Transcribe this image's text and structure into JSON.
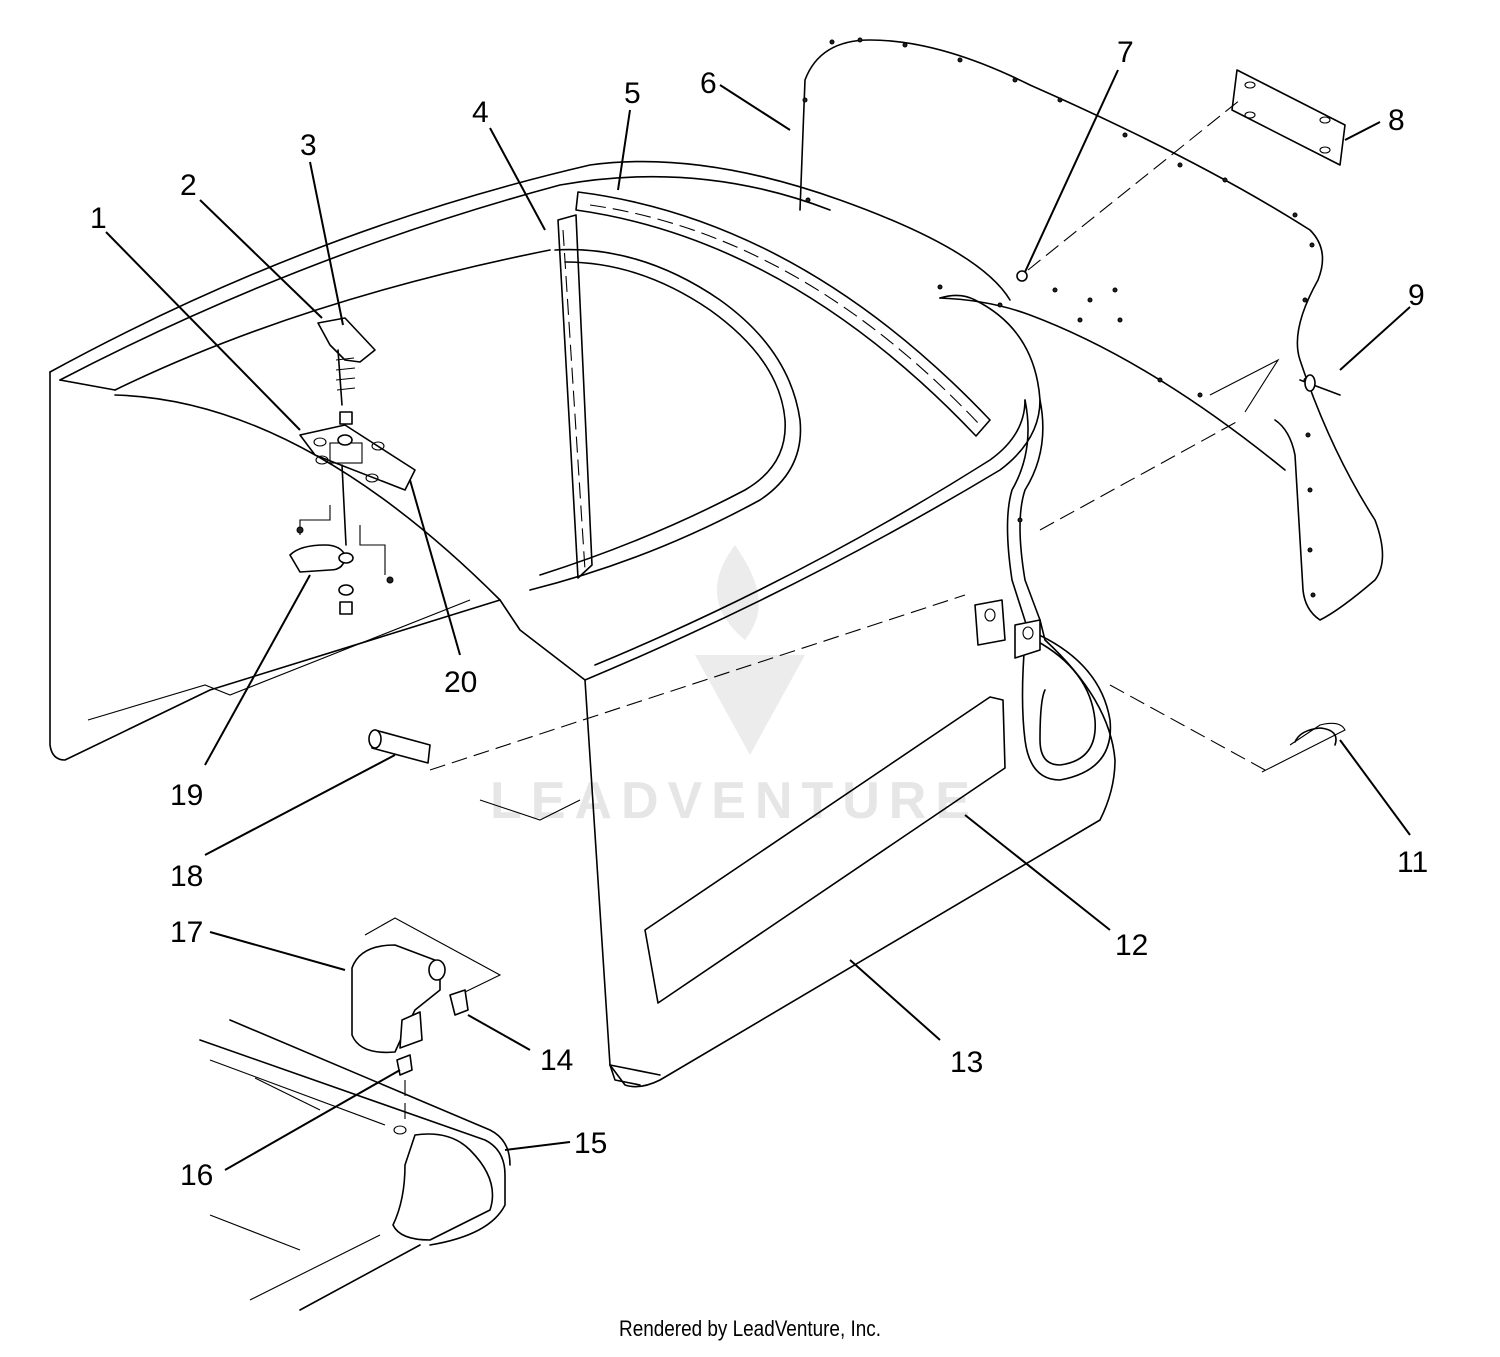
{
  "diagram": {
    "callouts": [
      "1",
      "2",
      "3",
      "4",
      "5",
      "6",
      "7",
      "8",
      "9",
      "11",
      "12",
      "13",
      "14",
      "15",
      "16",
      "17",
      "18",
      "19",
      "20"
    ],
    "watermark_text": "LEADVENTURE",
    "credit": "Rendered by LeadVenture, Inc."
  }
}
